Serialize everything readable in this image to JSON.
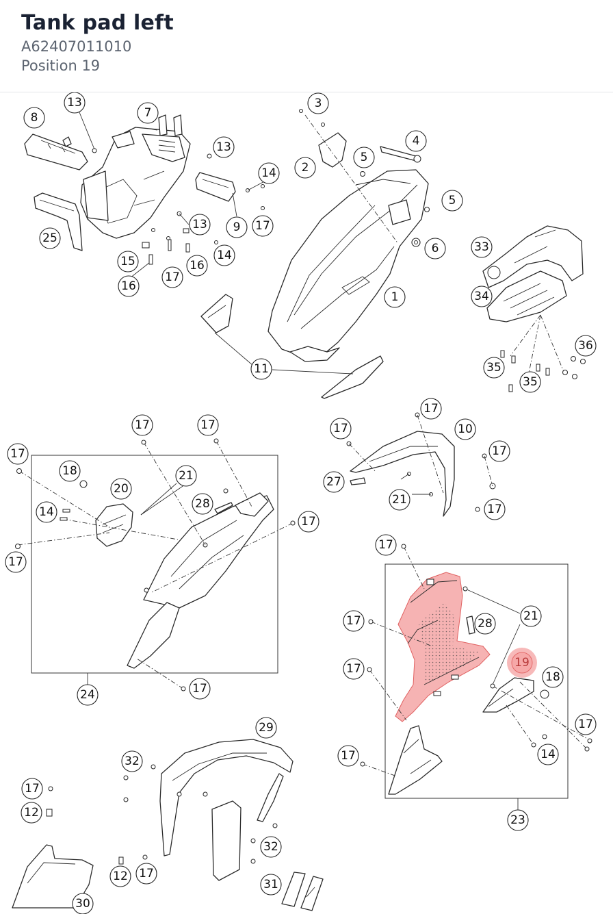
{
  "header": {
    "title": "Tank pad left",
    "part_number": "A62407011010",
    "position": "Position 19"
  },
  "diagram": {
    "highlight_color": "#f08080",
    "highlighted_position": "19",
    "callouts": [
      "1",
      "2",
      "3",
      "4",
      "5",
      "5",
      "6",
      "7",
      "8",
      "9",
      "10",
      "11",
      "12",
      "12",
      "13",
      "13",
      "13",
      "14",
      "14",
      "14",
      "14",
      "15",
      "16",
      "16",
      "17",
      "17",
      "17",
      "17",
      "17",
      "17",
      "17",
      "17",
      "17",
      "17",
      "17",
      "17",
      "17",
      "17",
      "17",
      "17",
      "17",
      "17",
      "17",
      "18",
      "18",
      "19",
      "20",
      "21",
      "21",
      "21",
      "23",
      "24",
      "25",
      "27",
      "28",
      "28",
      "29",
      "30",
      "31",
      "32",
      "32",
      "33",
      "34",
      "35",
      "35",
      "36"
    ]
  }
}
